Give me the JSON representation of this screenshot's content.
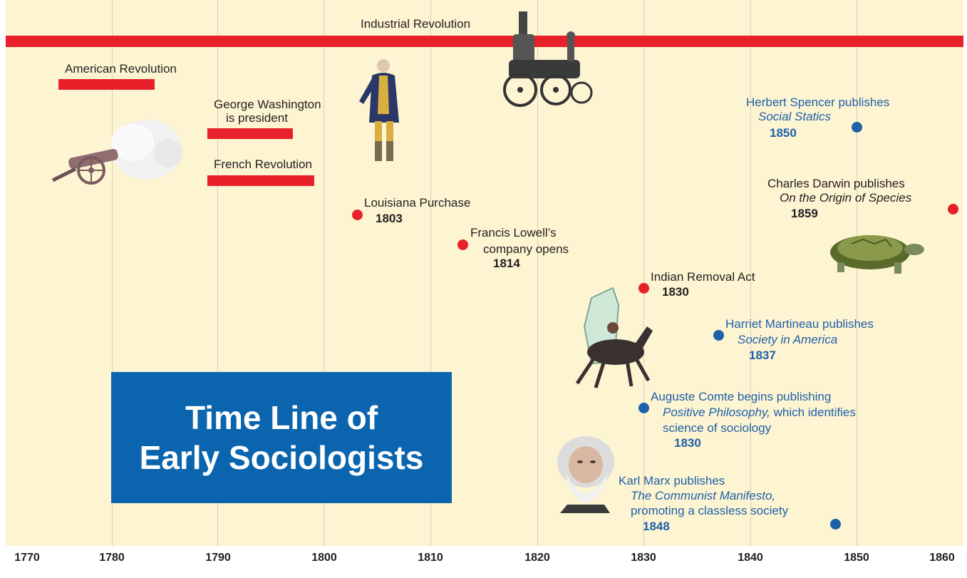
{
  "years": [
    "1770",
    "1780",
    "1790",
    "1800",
    "1810",
    "1820",
    "1830",
    "1840",
    "1850",
    "1860"
  ],
  "bars": {
    "industrial": "Industrial Revolution",
    "american": "American Revolution",
    "washington_1": "George Washington",
    "washington_2": "is president",
    "french": "French Revolution"
  },
  "events": {
    "louisiana": {
      "label": "Louisiana Purchase",
      "year": "1803"
    },
    "lowell": {
      "label_1": "Francis Lowell’s",
      "label_2": "company opens",
      "year": "1814"
    },
    "indian": {
      "label": "Indian Removal Act",
      "year": "1830"
    }
  },
  "sociologists": {
    "spencer": {
      "line1": "Herbert Spencer publishes",
      "work": "Social Statics",
      "year": "1850"
    },
    "darwin": {
      "line1": "Charles Darwin publishes",
      "work": "On the Origin of Species",
      "year": "1859"
    },
    "martineau": {
      "line1": "Harriet Martineau publishes",
      "work": "Society in America",
      "year": "1837"
    },
    "comte": {
      "line1": "Auguste Comte begins publishing",
      "work": "Positive Philosophy,",
      "line2_rest": " which identifies",
      "line3": "science of sociology",
      "year": "1830"
    },
    "marx": {
      "line1": "Karl Marx publishes",
      "work": "The Communist Manifesto,",
      "line3": "promoting a classless society",
      "year": "1848"
    }
  },
  "title": {
    "line1": "Time Line of",
    "line2": "Early Sociologists"
  },
  "colors": {
    "red": "#e8202a",
    "blue": "#1f60a8",
    "title_bg": "#0a64ae",
    "background": "#fdf4d2"
  },
  "illustrations": [
    "cannon-icon",
    "george-washington-figure",
    "steam-locomotive-icon",
    "native-american-rider-figure",
    "tortoise-icon",
    "karl-marx-portrait"
  ]
}
